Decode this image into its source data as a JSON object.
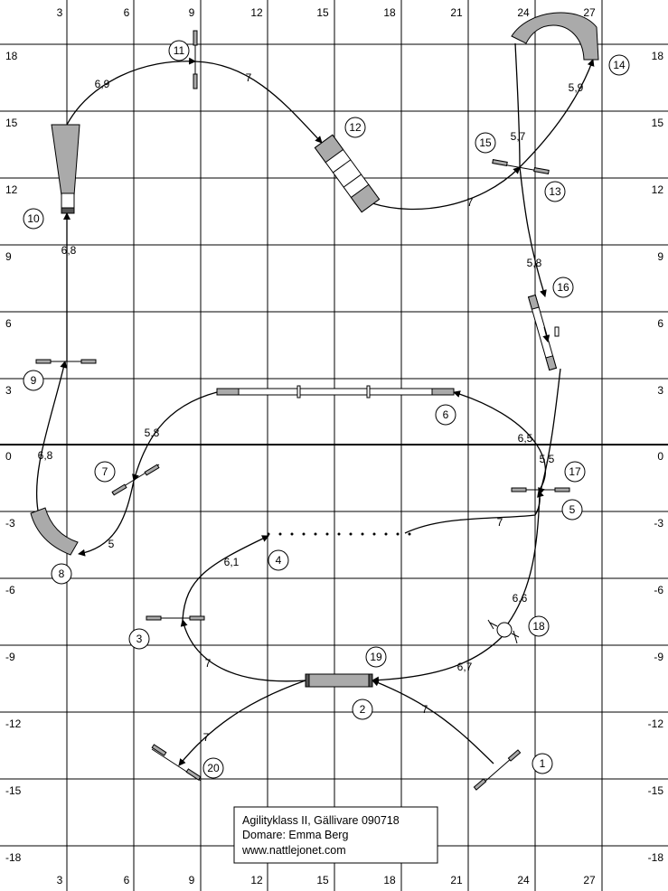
{
  "grid": {
    "x_ticks": [
      "3",
      "6",
      "9",
      "12",
      "15",
      "18",
      "21",
      "24",
      "27"
    ],
    "y_ticks": [
      "18",
      "15",
      "12",
      "9",
      "6",
      "3",
      "0",
      "-3",
      "-6",
      "-9",
      "-12",
      "-15",
      "-18"
    ]
  },
  "obstacle_numbers": [
    "1",
    "2",
    "3",
    "4",
    "5",
    "6",
    "7",
    "8",
    "9",
    "10",
    "11",
    "12",
    "13",
    "14",
    "15",
    "16",
    "17",
    "18",
    "19",
    "20"
  ],
  "distances": [
    "6,9",
    "7",
    "7",
    "5,9",
    "5,7",
    "5,8",
    "6,8",
    "5,8",
    "6,5",
    "5,5",
    "6,8",
    "5",
    "6,1",
    "7",
    "6,6",
    "7",
    "6,7",
    "7",
    "7"
  ],
  "info": {
    "line1": "Agilityklass II, Gällivare 090718",
    "line2": "Domare: Emma Berg",
    "line3": "www.nattlejonet.com"
  }
}
